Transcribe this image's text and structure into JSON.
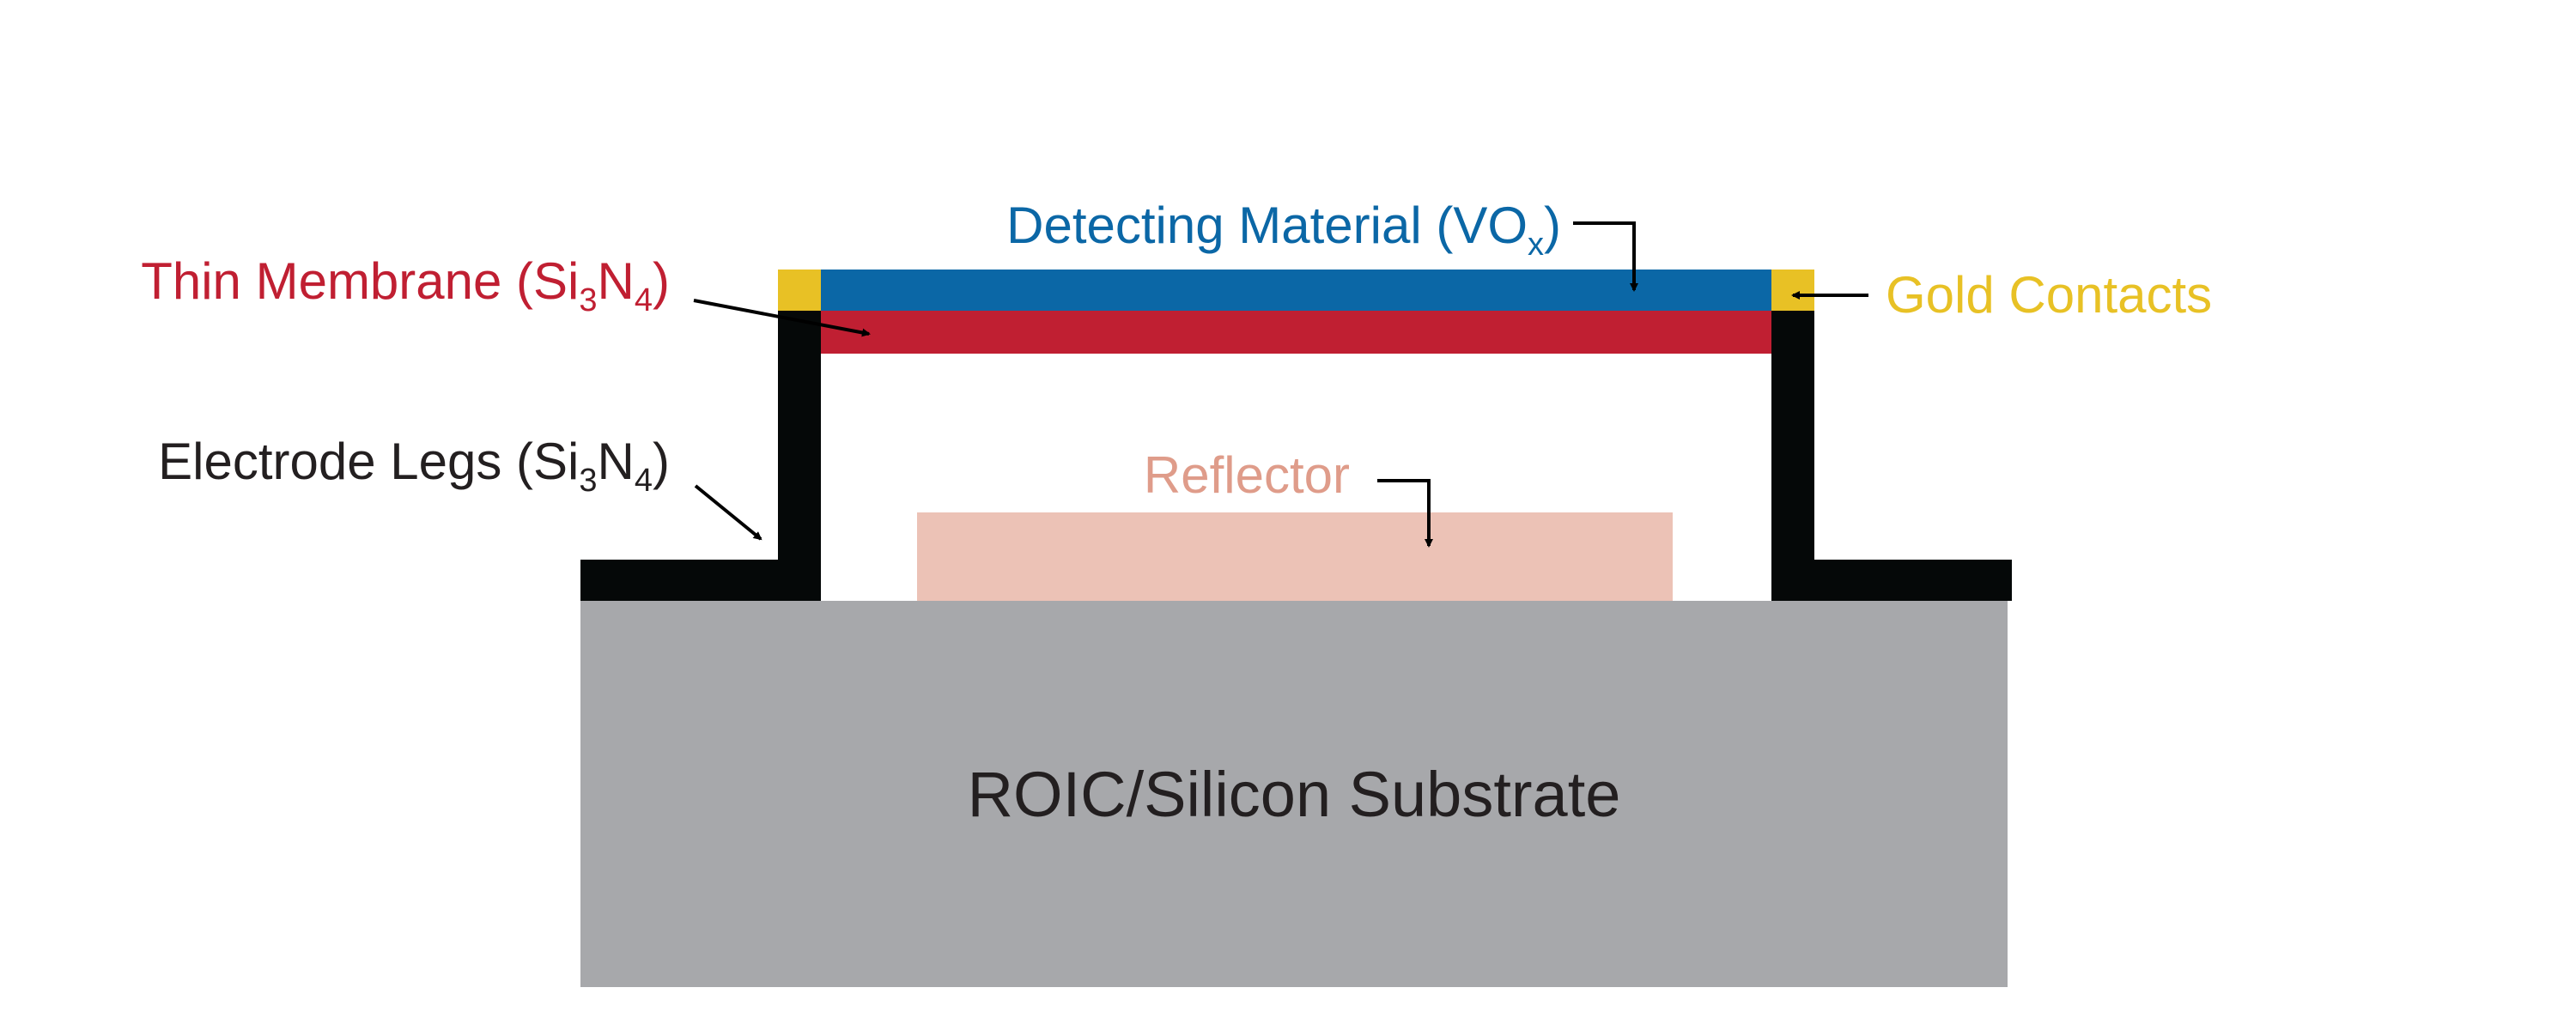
{
  "colors": {
    "substrate": "#A7A8AB",
    "substrate_text": "#231F20",
    "electrode": "#050808",
    "detecting_material": "#0B67A6",
    "membrane": "#C01F32",
    "gold": "#E8C125",
    "reflector_fill": "#ECC2B6",
    "reflector_text": "#DF9C8A",
    "electrode_text": "#231F20",
    "arrow": "#000000"
  },
  "labels": {
    "substrate": "ROIC/Silicon Substrate",
    "reflector": "Reflector",
    "detecting": {
      "main": "Detecting Material (VO",
      "sub": "x",
      "close": ")"
    },
    "membrane": {
      "main": "Thin Membrane (Si",
      "sub1": "3",
      "mid": "N",
      "sub2": "4",
      "close": ")"
    },
    "electrode": {
      "main": "Electrode Legs (Si",
      "sub1": "3",
      "mid": "N",
      "sub2": "4",
      "close": ")"
    },
    "gold": "Gold Contacts"
  }
}
